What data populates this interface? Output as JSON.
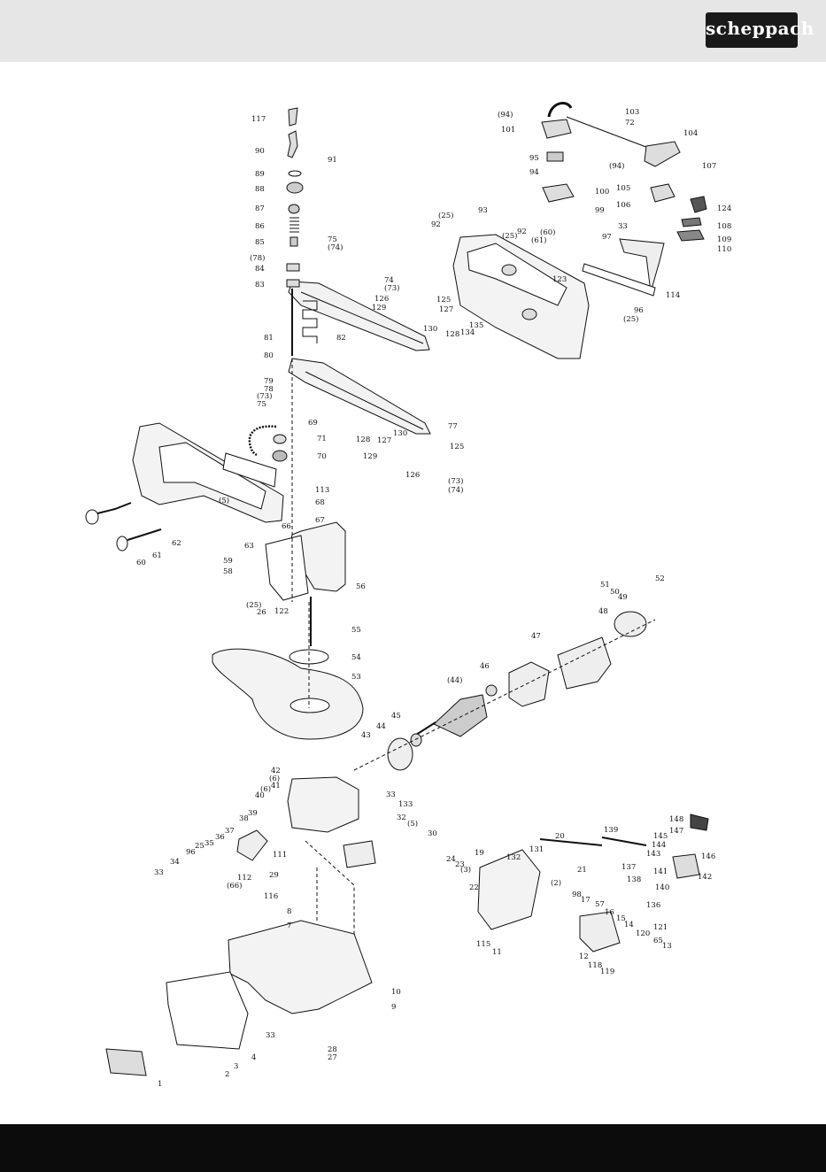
{
  "brand": {
    "logo_text": "scheppach"
  },
  "diagram": {
    "labels": [
      {
        "id": "l117",
        "text": "117"
      },
      {
        "id": "l90",
        "text": "90"
      },
      {
        "id": "l91",
        "text": "91"
      },
      {
        "id": "l89",
        "text": "89"
      },
      {
        "id": "l88",
        "text": "88"
      },
      {
        "id": "l87",
        "text": "87"
      },
      {
        "id": "l86",
        "text": "86"
      },
      {
        "id": "l85",
        "text": "85"
      },
      {
        "id": "l75a",
        "text": "75"
      },
      {
        "id": "l74a",
        "text": "(74)"
      },
      {
        "id": "l78a",
        "text": "(78)"
      },
      {
        "id": "l84",
        "text": "84"
      },
      {
        "id": "l83",
        "text": "83"
      },
      {
        "id": "l81",
        "text": "81"
      },
      {
        "id": "l82",
        "text": "82"
      },
      {
        "id": "l80",
        "text": "80"
      },
      {
        "id": "l79",
        "text": "79"
      },
      {
        "id": "l78b",
        "text": "78"
      },
      {
        "id": "l73a",
        "text": "(73)"
      },
      {
        "id": "l75b",
        "text": "75"
      },
      {
        "id": "l69",
        "text": "69"
      },
      {
        "id": "l71",
        "text": "71"
      },
      {
        "id": "l70",
        "text": "70"
      },
      {
        "id": "l113",
        "text": "113"
      },
      {
        "id": "l68",
        "text": "68"
      },
      {
        "id": "l5a",
        "text": "(5)"
      },
      {
        "id": "l67",
        "text": "67"
      },
      {
        "id": "l62",
        "text": "62"
      },
      {
        "id": "l61",
        "text": "61"
      },
      {
        "id": "l60",
        "text": "60"
      },
      {
        "id": "l63",
        "text": "63"
      },
      {
        "id": "l66",
        "text": "66"
      },
      {
        "id": "l59",
        "text": "59"
      },
      {
        "id": "l58",
        "text": "58"
      },
      {
        "id": "l56",
        "text": "56"
      },
      {
        "id": "l25a",
        "text": "(25)"
      },
      {
        "id": "l26",
        "text": "26"
      },
      {
        "id": "l122",
        "text": "122"
      },
      {
        "id": "l55",
        "text": "55"
      },
      {
        "id": "l54",
        "text": "54"
      },
      {
        "id": "l53",
        "text": "53"
      },
      {
        "id": "l74b",
        "text": "74"
      },
      {
        "id": "l73b",
        "text": "(73)"
      },
      {
        "id": "l126a",
        "text": "126"
      },
      {
        "id": "l129a",
        "text": "129"
      },
      {
        "id": "l125a",
        "text": "125"
      },
      {
        "id": "l127a",
        "text": "127"
      },
      {
        "id": "l130a",
        "text": "130"
      },
      {
        "id": "l128a",
        "text": "128"
      },
      {
        "id": "l134",
        "text": "134"
      },
      {
        "id": "l135",
        "text": "135"
      },
      {
        "id": "l77",
        "text": "77"
      },
      {
        "id": "l128b",
        "text": "128"
      },
      {
        "id": "l127b",
        "text": "127"
      },
      {
        "id": "l130b",
        "text": "130"
      },
      {
        "id": "l125b",
        "text": "125"
      },
      {
        "id": "l129b",
        "text": "129"
      },
      {
        "id": "l126b",
        "text": "126"
      },
      {
        "id": "l73c",
        "text": "(73)"
      },
      {
        "id": "l74c",
        "text": "(74)"
      },
      {
        "id": "l94a",
        "text": "(94)"
      },
      {
        "id": "l101",
        "text": "101"
      },
      {
        "id": "l103",
        "text": "103"
      },
      {
        "id": "l72",
        "text": "72"
      },
      {
        "id": "l104",
        "text": "104"
      },
      {
        "id": "l107",
        "text": "107"
      },
      {
        "id": "l94b",
        "text": "(94)"
      },
      {
        "id": "l95",
        "text": "95"
      },
      {
        "id": "l94c",
        "text": "94"
      },
      {
        "id": "l100",
        "text": "100"
      },
      {
        "id": "l99",
        "text": "99"
      },
      {
        "id": "l105",
        "text": "105"
      },
      {
        "id": "l106",
        "text": "106"
      },
      {
        "id": "l124",
        "text": "124"
      },
      {
        "id": "l108",
        "text": "108"
      },
      {
        "id": "l109",
        "text": "109"
      },
      {
        "id": "l110",
        "text": "110"
      },
      {
        "id": "l93",
        "text": "93"
      },
      {
        "id": "l25b",
        "text": "(25)"
      },
      {
        "id": "l92a",
        "text": "92"
      },
      {
        "id": "l25c",
        "text": "(25)"
      },
      {
        "id": "l92b",
        "text": "92"
      },
      {
        "id": "l60b",
        "text": "(60)"
      },
      {
        "id": "l61b",
        "text": "(61)"
      },
      {
        "id": "l33a",
        "text": "33"
      },
      {
        "id": "l97",
        "text": "97"
      },
      {
        "id": "l114",
        "text": "114"
      },
      {
        "id": "l123",
        "text": "123"
      },
      {
        "id": "l96a",
        "text": "96"
      },
      {
        "id": "l25d",
        "text": "(25)"
      },
      {
        "id": "l52",
        "text": "52"
      },
      {
        "id": "l51",
        "text": "51"
      },
      {
        "id": "l50",
        "text": "50"
      },
      {
        "id": "l49",
        "text": "49"
      },
      {
        "id": "l48",
        "text": "48"
      },
      {
        "id": "l47",
        "text": "47"
      },
      {
        "id": "l46",
        "text": "46"
      },
      {
        "id": "l44a",
        "text": "(44)"
      },
      {
        "id": "l45",
        "text": "45"
      },
      {
        "id": "l44b",
        "text": "44"
      },
      {
        "id": "l43",
        "text": "43"
      },
      {
        "id": "l42",
        "text": "42"
      },
      {
        "id": "l6a",
        "text": "(6)"
      },
      {
        "id": "l41",
        "text": "41"
      },
      {
        "id": "l6b",
        "text": "(6)"
      },
      {
        "id": "l40",
        "text": "40"
      },
      {
        "id": "l133a",
        "text": "33"
      },
      {
        "id": "l133b",
        "text": "133"
      },
      {
        "id": "l32",
        "text": "32"
      },
      {
        "id": "l5b",
        "text": "(5)"
      },
      {
        "id": "l30",
        "text": "30"
      },
      {
        "id": "l39",
        "text": "39"
      },
      {
        "id": "l38",
        "text": "38"
      },
      {
        "id": "l37",
        "text": "37"
      },
      {
        "id": "l36",
        "text": "36"
      },
      {
        "id": "l35",
        "text": "35"
      },
      {
        "id": "l96b",
        "text": "96"
      },
      {
        "id": "l25e",
        "text": "25"
      },
      {
        "id": "l34",
        "text": "34"
      },
      {
        "id": "l33b",
        "text": "33"
      },
      {
        "id": "l111",
        "text": "111"
      },
      {
        "id": "l112",
        "text": "112"
      },
      {
        "id": "l66b",
        "text": "(66)"
      },
      {
        "id": "l29",
        "text": "29"
      },
      {
        "id": "l116",
        "text": "116"
      },
      {
        "id": "l8",
        "text": "8"
      },
      {
        "id": "l7",
        "text": "7"
      },
      {
        "id": "l10",
        "text": "10"
      },
      {
        "id": "l9",
        "text": "9"
      },
      {
        "id": "l33c",
        "text": "33"
      },
      {
        "id": "l28",
        "text": "28"
      },
      {
        "id": "l27",
        "text": "27"
      },
      {
        "id": "l4",
        "text": "4"
      },
      {
        "id": "l3",
        "text": "3"
      },
      {
        "id": "l2",
        "text": "2"
      },
      {
        "id": "l1",
        "text": "1"
      },
      {
        "id": "l24",
        "text": "24"
      },
      {
        "id": "l23",
        "text": "23"
      },
      {
        "id": "l3b",
        "text": "(3)"
      },
      {
        "id": "l22",
        "text": "22"
      },
      {
        "id": "l19",
        "text": "19"
      },
      {
        "id": "l132",
        "text": "132"
      },
      {
        "id": "l131",
        "text": "131"
      },
      {
        "id": "l20",
        "text": "20"
      },
      {
        "id": "l139",
        "text": "139"
      },
      {
        "id": "l21",
        "text": "21"
      },
      {
        "id": "l2b",
        "text": "(2)"
      },
      {
        "id": "l98",
        "text": "98"
      },
      {
        "id": "l137",
        "text": "137"
      },
      {
        "id": "l138",
        "text": "138"
      },
      {
        "id": "l17",
        "text": "17"
      },
      {
        "id": "l57",
        "text": "57"
      },
      {
        "id": "l16",
        "text": "16"
      },
      {
        "id": "l15",
        "text": "15"
      },
      {
        "id": "l136",
        "text": "136"
      },
      {
        "id": "l14",
        "text": "14"
      },
      {
        "id": "l120",
        "text": "120"
      },
      {
        "id": "l121",
        "text": "121"
      },
      {
        "id": "l65",
        "text": "65"
      },
      {
        "id": "l13",
        "text": "13"
      },
      {
        "id": "l12",
        "text": "12"
      },
      {
        "id": "l118",
        "text": "118"
      },
      {
        "id": "l119",
        "text": "119"
      },
      {
        "id": "l115",
        "text": "115"
      },
      {
        "id": "l11",
        "text": "11"
      },
      {
        "id": "l148",
        "text": "148"
      },
      {
        "id": "l147",
        "text": "147"
      },
      {
        "id": "l145",
        "text": "145"
      },
      {
        "id": "l144",
        "text": "144"
      },
      {
        "id": "l143",
        "text": "143"
      },
      {
        "id": "l146",
        "text": "146"
      },
      {
        "id": "l141",
        "text": "141"
      },
      {
        "id": "l142",
        "text": "142"
      },
      {
        "id": "l140",
        "text": "140"
      }
    ]
  },
  "colors": {
    "header_bg": "#e6e6e6",
    "footer_bg": "#0c0c0c",
    "logo_bg": "#1a1a1a",
    "line": "#111111"
  }
}
